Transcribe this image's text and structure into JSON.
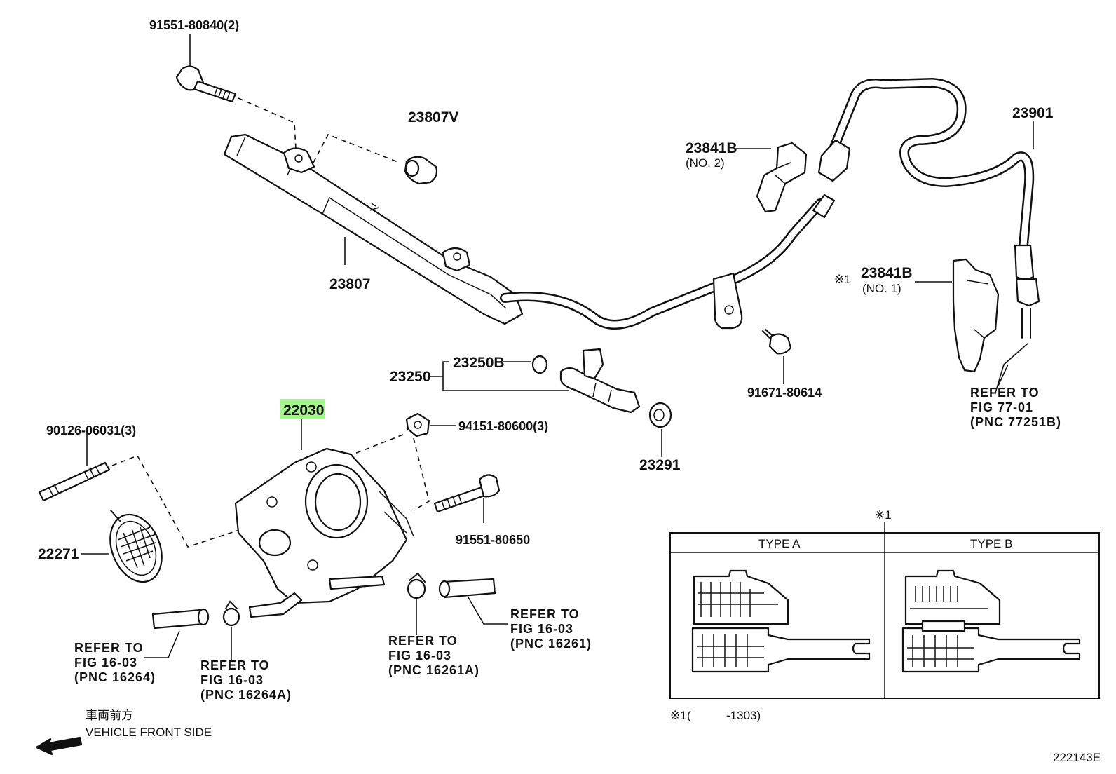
{
  "parts": {
    "p91551_80840": "91551-80840(2)",
    "p23807V": "23807V",
    "p23807": "23807",
    "p23841B_no2": "23841B",
    "p23841B_no2_sub": "(NO. 2)",
    "p23901": "23901",
    "p23841B_no1": "23841B",
    "p23841B_no1_sub": "(NO. 1)",
    "p23841B_no1_mark": "※1",
    "p23250B": "23250B",
    "p23250": "23250",
    "p91671_80614": "91671-80614",
    "p22030": "22030",
    "p94151_80600": "94151-80600(3)",
    "p90126_06031": "90126-06031(3)",
    "p23291": "23291",
    "p91551_80650": "91551-80650",
    "p22271": "22271"
  },
  "refs": {
    "r77_01": [
      "REFER TO",
      "FIG 77-01",
      "(PNC 77251B)"
    ],
    "r16264": [
      "REFER TO",
      "FIG 16-03",
      "(PNC 16264)"
    ],
    "r16264A": [
      "REFER TO",
      "FIG 16-03",
      "(PNC 16264A)"
    ],
    "r16261A": [
      "REFER TO",
      "FIG 16-03",
      "(PNC 16261A)"
    ],
    "r16261": [
      "REFER TO",
      "FIG 16-03",
      "(PNC 16261)"
    ]
  },
  "types_table": {
    "mark": "※1",
    "type_a": "TYPE A",
    "type_b": "TYPE B"
  },
  "footnote": {
    "mark": "※1",
    "open": "(",
    "range": "-1303)"
  },
  "direction": {
    "jp": "車両前方",
    "en": "VEHICLE FRONT SIDE"
  },
  "figure_code": "222143E",
  "colors": {
    "highlight": "#a6f58f",
    "ink": "#111111"
  }
}
